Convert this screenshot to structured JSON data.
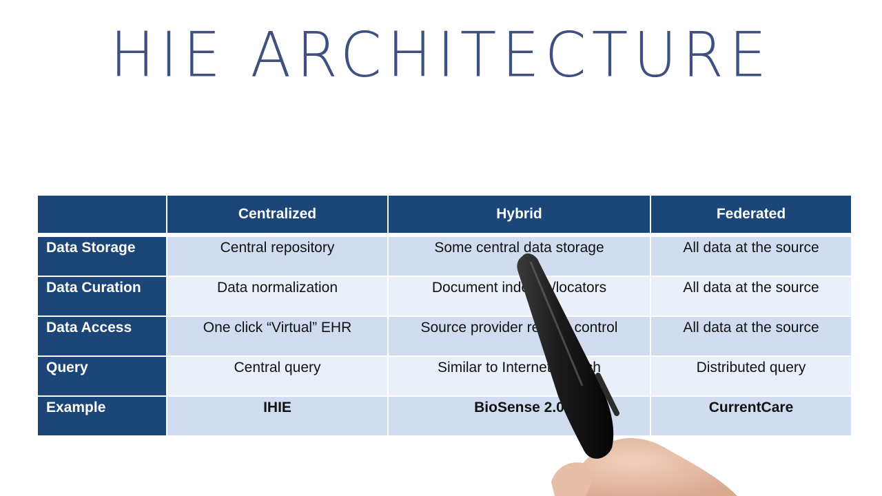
{
  "title": "HIE ARCHITECTURE",
  "table": {
    "headers": [
      "",
      "Centralized",
      "Hybrid",
      "Federated"
    ],
    "rows": [
      {
        "label": "Data Storage",
        "cells": [
          "Central repository",
          "Some central data storage",
          "All data at the source"
        ]
      },
      {
        "label": "Data Curation",
        "cells": [
          "Data normalization",
          "Document indexes/locators",
          "All data at the source"
        ]
      },
      {
        "label": "Data Access",
        "cells": [
          "One click “Virtual” EHR",
          "Source provider  retains control",
          "All data at the source"
        ]
      },
      {
        "label": "Query",
        "cells": [
          "Central query",
          "Similar to Internet Search",
          "Distributed query"
        ]
      },
      {
        "label": "Example",
        "cells": [
          "IHIE",
          "BioSense 2.0",
          "CurrentCare"
        ]
      }
    ]
  }
}
